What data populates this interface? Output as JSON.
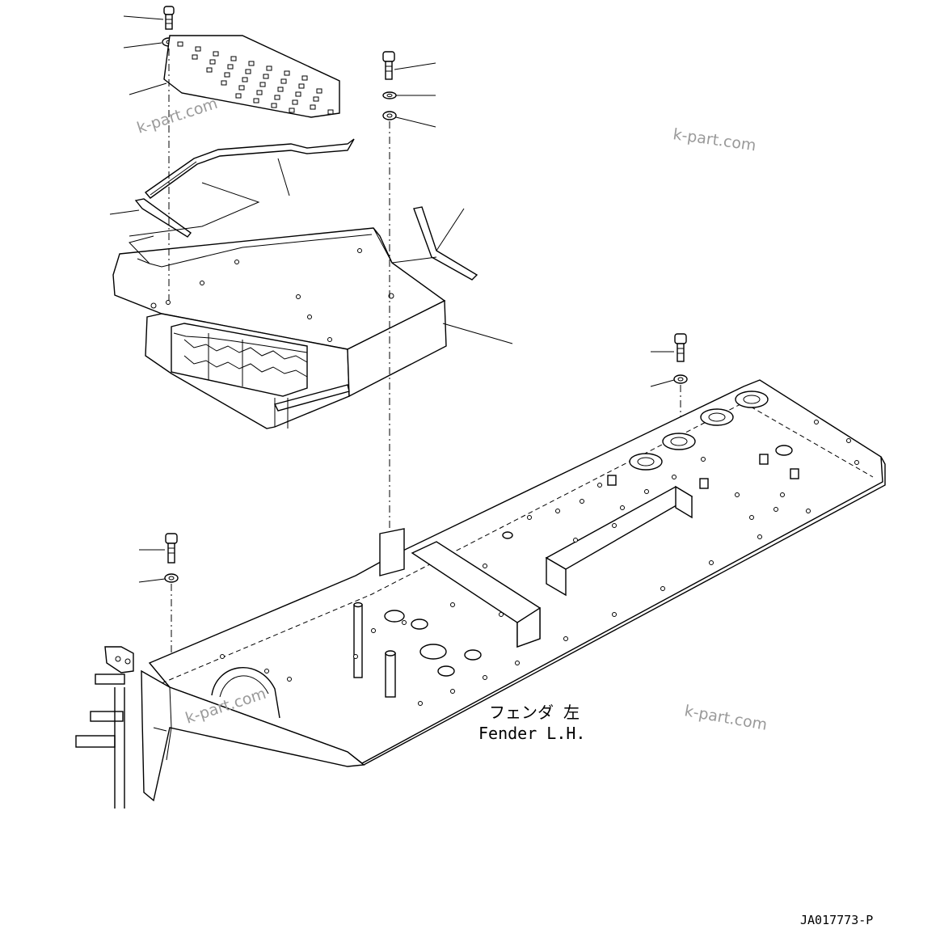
{
  "drawing": {
    "label_jp": "フェンダ 左",
    "label_en": "Fender L.H.",
    "drawing_number": "JA017773-P"
  },
  "watermarks": [
    "k-part.com",
    "k-part.com",
    "k-part.com",
    "k-part.com"
  ]
}
